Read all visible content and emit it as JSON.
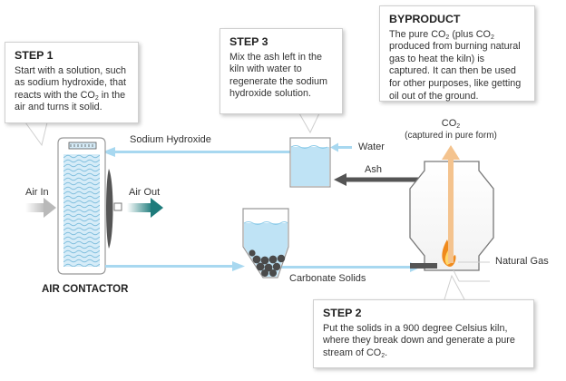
{
  "step1": {
    "title": "STEP 1",
    "text_before": "Start with a solution, such as sodium hydroxide, that reacts with the CO",
    "sub": "2",
    "text_after": " in the air and turns it solid."
  },
  "step3": {
    "title": "STEP 3",
    "text": "Mix the ash left in the kiln with water to regenerate the sodium hydroxide solution."
  },
  "byproduct": {
    "title": "BYPRODUCT",
    "text_a": "The pure CO",
    "sub_a": "2",
    "text_b": " (plus CO",
    "sub_b": "2",
    "text_c": " produced from burning natural gas to heat the kiln) is captured. It can then be used for other purposes, like getting oil out of the ground."
  },
  "step2": {
    "title": "STEP 2",
    "text_before": "Put the solids in a 900 degree Celsius kiln, where they break down and generate a pure stream of CO",
    "sub": "2",
    "text_after": "."
  },
  "labels": {
    "sodium_hydroxide": "Sodium Hydroxide",
    "water": "Water",
    "ash": "Ash",
    "air_in": "Air In",
    "air_out": "Air Out",
    "air_contactor": "AIR CONTACTOR",
    "carbonate_solids": "Carbonate Solids",
    "natural_gas": "Natural Gas",
    "co2_main": "CO",
    "co2_sub": "2",
    "co2_note": "(captured in pure form)"
  },
  "colors": {
    "liquid": "#bfe3f5",
    "liquid_line": "#8ccbe8",
    "pipe_blue": "#a8d8f0",
    "ash_pipe": "#555555",
    "co2_pipe": "#f4c38e",
    "air_out": "#1e7b7b",
    "solids": "#4a4a4a"
  }
}
